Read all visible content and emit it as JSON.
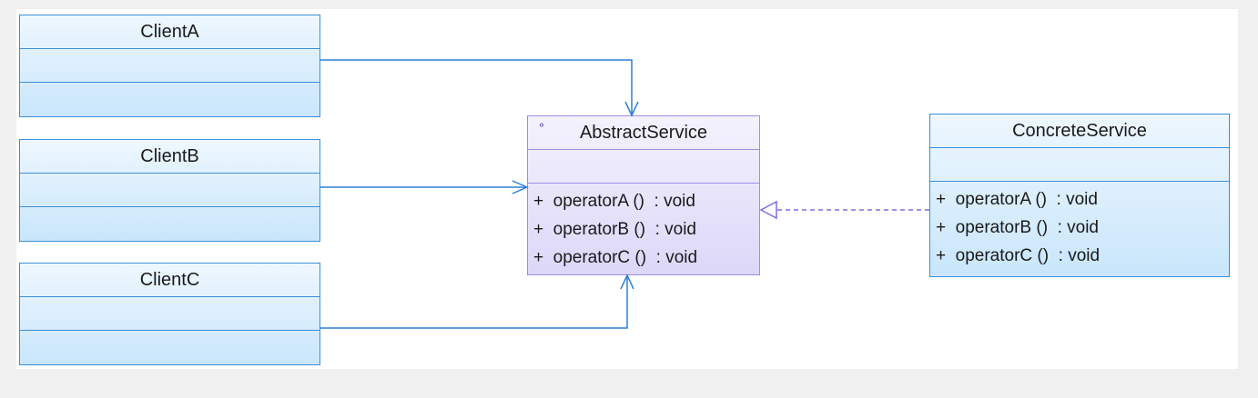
{
  "colors": {
    "association_line": "#2f7fd6",
    "realization_line": "#7b6fe0",
    "client_border": "#3b8fd8",
    "abstract_border": "#9a8fe0"
  },
  "classes": {
    "client_a": {
      "name": "ClientA"
    },
    "client_b": {
      "name": "ClientB"
    },
    "client_c": {
      "name": "ClientC"
    },
    "abstract_service": {
      "name": "AbstractService",
      "marker_icon": "abstract-class-icon",
      "marker_glyph": "⚬",
      "operations": [
        "+  operatorA ()  : void",
        "+  operatorB ()  : void",
        "+  operatorC ()  : void"
      ]
    },
    "concrete_service": {
      "name": "ConcreteService",
      "operations": [
        "+  operatorA ()  : void",
        "+  operatorB ()  : void",
        "+  operatorC ()  : void"
      ]
    }
  },
  "relationships": [
    {
      "from": "ClientA",
      "to": "AbstractService",
      "type": "association"
    },
    {
      "from": "ClientB",
      "to": "AbstractService",
      "type": "association"
    },
    {
      "from": "ClientC",
      "to": "AbstractService",
      "type": "association"
    },
    {
      "from": "ConcreteService",
      "to": "AbstractService",
      "type": "realization"
    }
  ]
}
